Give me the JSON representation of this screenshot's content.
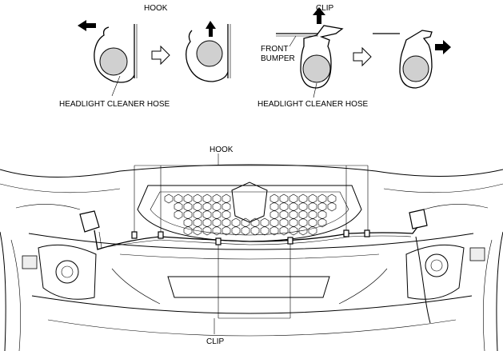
{
  "labels": {
    "hook_top": "HOOK",
    "clip_top": "CLIP",
    "front_bumper_line1": "FRONT",
    "front_bumper_line2": "BUMPER",
    "hose_left": "HEADLIGHT CLEANER HOSE",
    "hose_right": "HEADLIGHT CLEANER HOSE",
    "hook_callout": "HOOK",
    "clip_callout": "CLIP"
  },
  "icons": {
    "left_arrow": "arrow-left-icon",
    "up_arrow": "arrow-up-icon",
    "right_arrow": "arrow-right-icon",
    "step_arrow": "outline-arrow-right-icon"
  },
  "colors": {
    "line": "#000000",
    "hose_fill": "#d0d0d0",
    "background": "#ffffff"
  }
}
